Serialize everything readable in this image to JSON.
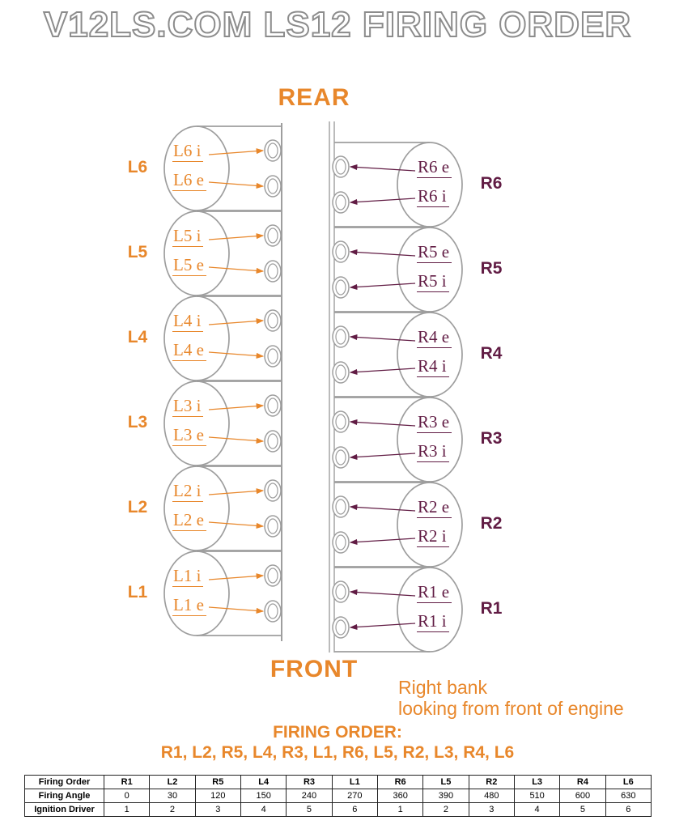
{
  "title": "V12LS.COM LS12 FIRING ORDER",
  "rear_label": "REAR",
  "front_label": "FRONT",
  "note": {
    "line1": "Right bank",
    "line2": "looking from front of engine"
  },
  "firing_order": {
    "heading": "FIRING ORDER:",
    "sequence": "R1, L2, R5, L4, R3, L1, R6, L5, R2, L3, R4, L6"
  },
  "left_bank": {
    "cylinders": [
      {
        "name": "L6",
        "top_valve_label": "L6 i",
        "bottom_valve_label": "L6 e"
      },
      {
        "name": "L5",
        "top_valve_label": "L5 i",
        "bottom_valve_label": "L5 e"
      },
      {
        "name": "L4",
        "top_valve_label": "L4 i",
        "bottom_valve_label": "L4 e"
      },
      {
        "name": "L3",
        "top_valve_label": "L3 i",
        "bottom_valve_label": "L3 e"
      },
      {
        "name": "L2",
        "top_valve_label": "L2 i",
        "bottom_valve_label": "L2 e"
      },
      {
        "name": "L1",
        "top_valve_label": "L1 i",
        "bottom_valve_label": "L1 e"
      }
    ]
  },
  "right_bank": {
    "cylinders": [
      {
        "name": "R6",
        "top_valve_label": "R6 e",
        "bottom_valve_label": "R6 i"
      },
      {
        "name": "R5",
        "top_valve_label": "R5 e",
        "bottom_valve_label": "R5 i"
      },
      {
        "name": "R4",
        "top_valve_label": "R4 e",
        "bottom_valve_label": "R4 i"
      },
      {
        "name": "R3",
        "top_valve_label": "R3 e",
        "bottom_valve_label": "R3 i"
      },
      {
        "name": "R2",
        "top_valve_label": "R2 e",
        "bottom_valve_label": "R2 i"
      },
      {
        "name": "R1",
        "top_valve_label": "R1 e",
        "bottom_valve_label": "R1 i"
      }
    ]
  },
  "table": {
    "rows": [
      {
        "header": "Firing Order",
        "values": [
          "R1",
          "L2",
          "R5",
          "L4",
          "R3",
          "L1",
          "R6",
          "L5",
          "R2",
          "L3",
          "R4",
          "L6"
        ]
      },
      {
        "header": "Firing Angle",
        "values": [
          "0",
          "30",
          "120",
          "150",
          "240",
          "270",
          "360",
          "390",
          "480",
          "510",
          "600",
          "630"
        ]
      },
      {
        "header": "Ignition Driver",
        "values": [
          "1",
          "2",
          "3",
          "4",
          "5",
          "6",
          "1",
          "2",
          "3",
          "4",
          "5",
          "6"
        ]
      }
    ]
  },
  "colors": {
    "accent_orange": "#e8872b",
    "accent_maroon": "#611c44",
    "shape_gray": "#9e9e9e",
    "title_outline_gray": "#8c8c8c"
  }
}
